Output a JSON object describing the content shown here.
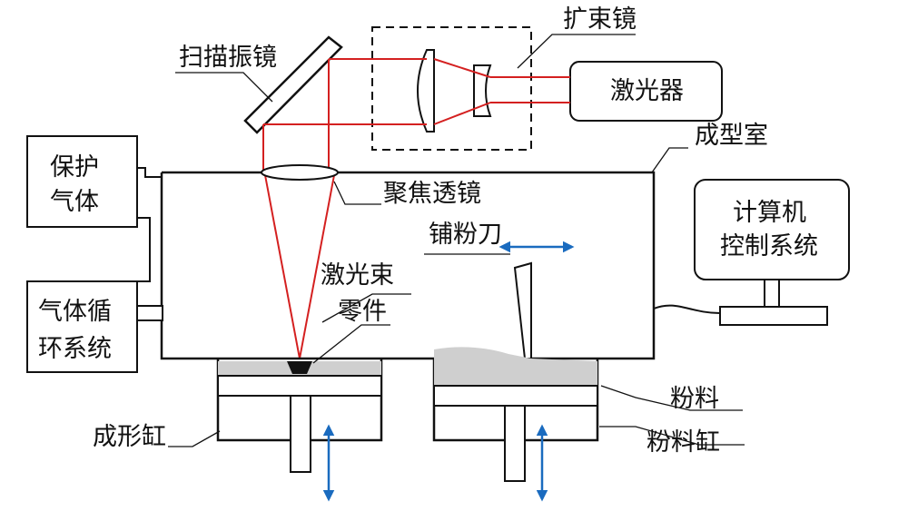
{
  "labels": {
    "scan_mirror": "扫描振镜",
    "beam_expander": "扩束镜",
    "laser": "激光器",
    "build_chamber": "成型室",
    "shield_gas_l1": "保护",
    "shield_gas_l2": "气体",
    "focus_lens": "聚焦透镜",
    "computer_l1": "计算机",
    "computer_l2": "控制系统",
    "recoater": "铺粉刀",
    "laser_beam": "激光束",
    "part": "零件",
    "gas_circ_l1": "气体循",
    "gas_circ_l2": "环系统",
    "powder": "粉料",
    "build_cylinder": "成形缸",
    "powder_cylinder": "粉料缸"
  },
  "colors": {
    "laser_line": "#d42020",
    "arrow": "#1a6bbf",
    "powder": "#cfcfcf",
    "outline": "#111111"
  }
}
